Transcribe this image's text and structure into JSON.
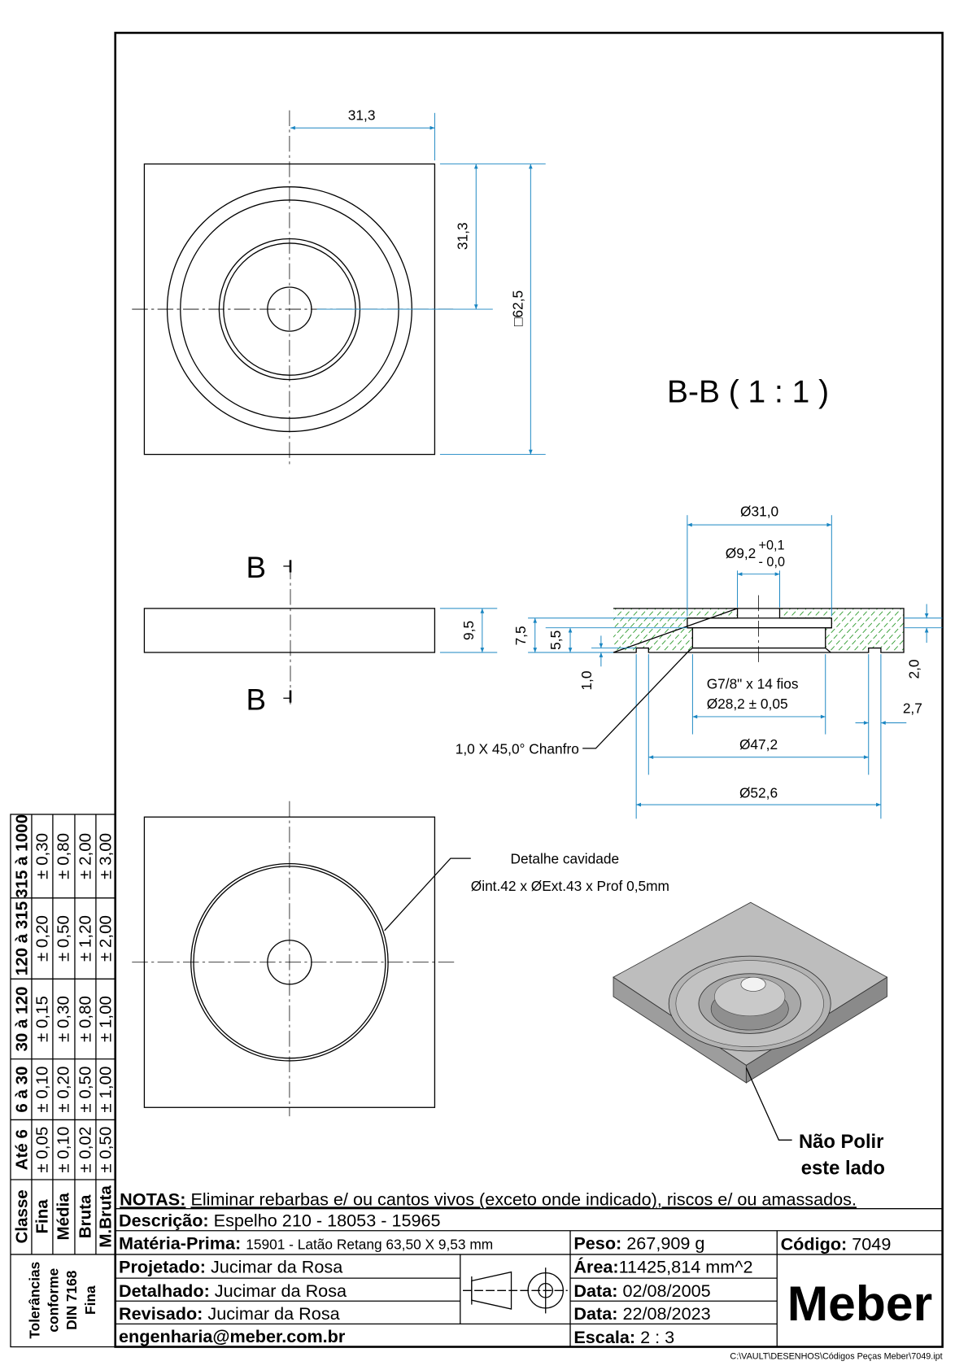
{
  "views": {
    "top": {
      "dim_width": "31,3",
      "dim_height": "31,3",
      "dim_square": "□62,5"
    },
    "side": {
      "section_label": "B",
      "dim_thickness": "9,5"
    },
    "section": {
      "title": "B-B ( 1 : 1 )",
      "dims": {
        "d31": "Ø31,0",
        "d9": "Ø9,2",
        "d9_tol_plus": "+0,1",
        "d9_tol_minus": "- 0,0",
        "h75": "7,5",
        "h55": "5,5",
        "h10": "1,0",
        "h20": "2,0",
        "w27": "2,7",
        "thread": "G7/8\" x 14 fios",
        "d28": "Ø28,2 ± 0,05",
        "d47": "Ø47,2",
        "d52": "Ø52,6",
        "chamfer": "1,0 X 45,0° Chanfro"
      }
    },
    "bottom": {
      "note_title": "Detalhe cavidade",
      "note_text": "Øint.42 x ØExt.43 x Prof 0,5mm"
    },
    "iso": {
      "note_line1": "Não Polir",
      "note_line2": "este lado"
    }
  },
  "tolerances": {
    "header": "Tolerâncias conforme DIN 7168 Fina",
    "header_lines": [
      "Tolerâncias",
      "conforme",
      "DIN 7168",
      "Fina"
    ],
    "class_label": "Classe",
    "classes": [
      "Fina",
      "Média",
      "Bruta",
      "M.Bruta"
    ],
    "ranges": [
      {
        "label": "Até 6",
        "values": [
          "± 0,05",
          "± 0,10",
          "± 0,02",
          "± 0,50"
        ]
      },
      {
        "label": "6 à 30",
        "values": [
          "± 0,10",
          "± 0,20",
          "± 0,50",
          "± 1,00"
        ]
      },
      {
        "label": "30 à 120",
        "values": [
          "± 0,15",
          "± 0,30",
          "± 0,80",
          "± 1,00"
        ]
      },
      {
        "label": "120 à 315",
        "values": [
          "± 0,20",
          "± 0,50",
          "± 1,20",
          "± 2,00"
        ]
      },
      {
        "label": "315 à 1000",
        "values": [
          "± 0,30",
          "± 0,80",
          "± 2,00",
          "± 3,00"
        ]
      }
    ]
  },
  "title_block": {
    "notes_label": "NOTAS:",
    "notes": "Eliminar rebarbas e/ ou cantos vivos (exceto onde indicado), riscos e/ ou amassados.",
    "descricao_label": "Descrição:",
    "descricao": "Espelho 210 - 18053 - 15965",
    "materia_label": "Matéria-Prima:",
    "materia": "15901 - Latão Retang 63,50 X 9,53 mm",
    "peso_label": "Peso:",
    "peso": "267,909 g",
    "codigo_label": "Código:",
    "codigo": "7049",
    "projetado_label": "Projetado:",
    "projetado": "Jucimar da Rosa",
    "detalhado_label": "Detalhado:",
    "detalhado": "Jucimar da Rosa",
    "revisado_label": "Revisado:",
    "revisado": "Jucimar da Rosa",
    "email": "engenharia@meber.com.br",
    "area_label": "Área:",
    "area": "11425,814 mm^2",
    "data1_label": "Data:",
    "data1": "02/08/2005",
    "data2_label": "Data:",
    "data2": "22/08/2023",
    "escala_label": "Escala:",
    "escala": "2 : 3",
    "logo": "Meber",
    "file_path": "C:\\VAULT\\DESENHOS\\Códigos Peças Meber\\7049.ipt"
  },
  "colors": {
    "dimension": "#1a86c2",
    "hatch": "#2e9a2e",
    "iso_face": "#b9b9b9"
  }
}
